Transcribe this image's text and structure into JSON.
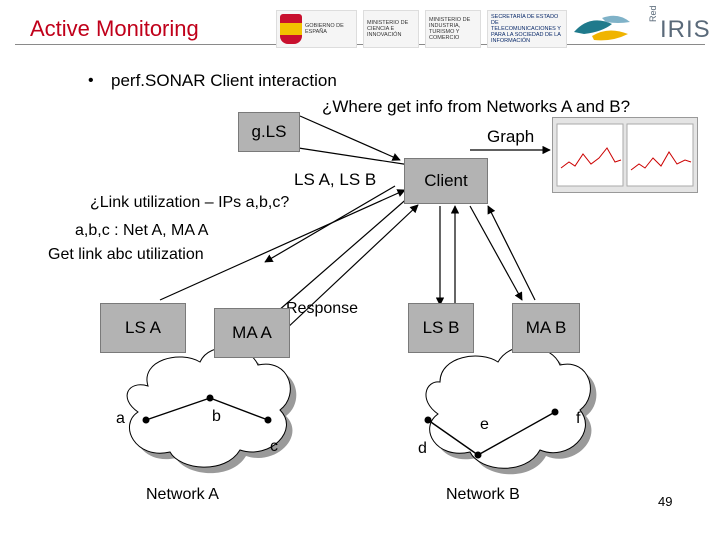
{
  "slide": {
    "title": "Active Monitoring",
    "bullet": "perf.SONAR Client interaction",
    "page_number": "49"
  },
  "logos": {
    "gob_espana": "GOBIERNO DE ESPAÑA",
    "min_ciencia": "MINISTERIO DE CIENCIA E INNOVACIÓN",
    "min_industria": "MINISTERIO DE INDUSTRIA, TURISMO Y COMERCIO",
    "secretaria": "SECRETARÍA DE ESTADO DE TELECOMUNICACIONES Y PARA LA SOCIEDAD DE LA INFORMACIÓN",
    "rediris_prefix": "Red",
    "rediris_name": "IRIS"
  },
  "diagram": {
    "question_where": "¿Where get info from Networks A and B?",
    "gls": "g.LS",
    "graph": "Graph",
    "ls_ab": "LS A, LS B",
    "client": "Client",
    "question_link": "¿Link utilization – IPs a,b,c?",
    "answer_line1": "a,b,c : Net A, MA A",
    "answer_line2": "Get link abc utilization",
    "response": "Response",
    "ls_a": "LS A",
    "ma_a": "MA A",
    "ls_b": "LS B",
    "ma_b": "MA B",
    "node_a": "a",
    "node_b": "b",
    "node_c": "c",
    "node_d": "d",
    "node_e": "e",
    "node_f": "f",
    "network_a": "Network A",
    "network_b": "Network B"
  },
  "colors": {
    "title": "#c0001a",
    "box_fill": "#b3b3b3",
    "cloud_shadow": "#9a9a9a"
  }
}
